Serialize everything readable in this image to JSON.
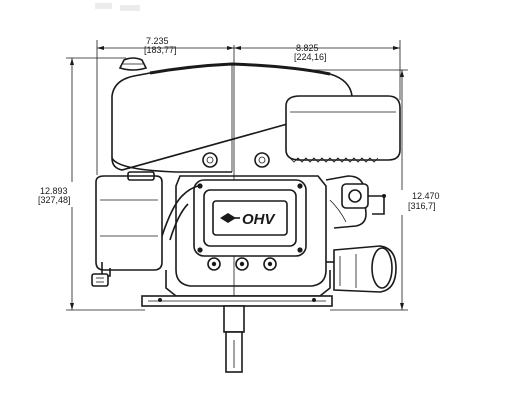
{
  "dimensions": {
    "left_width_in": "7.235",
    "left_width_mm": "[183,77]",
    "right_width_in": "8.825",
    "right_width_mm": "[224,16]",
    "total_height_in": "12.893",
    "total_height_mm": "[327,48]",
    "body_height_in": "12.470",
    "body_height_mm": "[316,7]"
  },
  "valve_cover": {
    "logo_text": "OHV"
  },
  "colors": {
    "line": "#1a1a1a",
    "background": "#ffffff"
  }
}
